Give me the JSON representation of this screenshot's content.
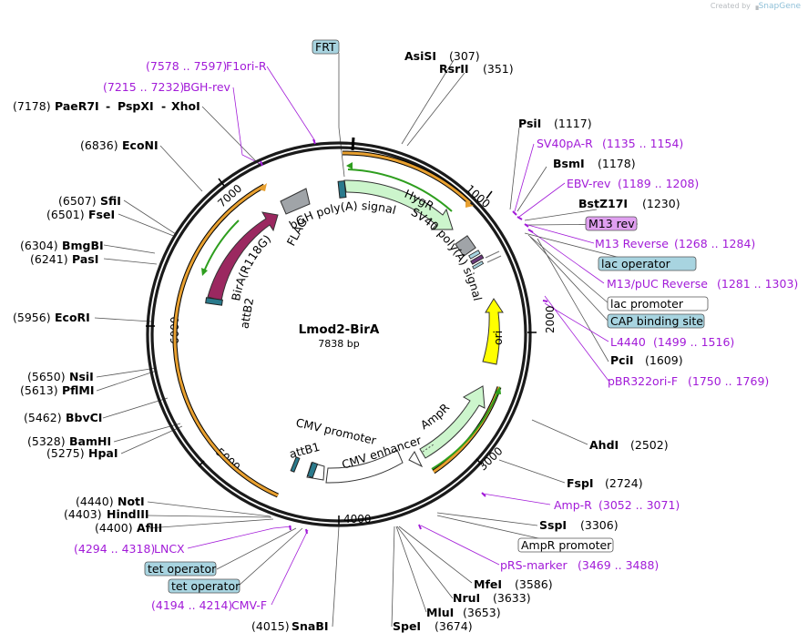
{
  "credit": {
    "prefix": "Created by",
    "brand": "SnapGene"
  },
  "plasmid": {
    "name": "Lmod2-BirA",
    "length": "7838 bp"
  },
  "ticks": [
    {
      "label": "1000"
    },
    {
      "label": "2000"
    },
    {
      "label": "3000"
    },
    {
      "label": "4000"
    },
    {
      "label": "5000"
    },
    {
      "label": "6000"
    },
    {
      "label": "7000"
    }
  ],
  "sites": [
    {
      "name": "AsiSI",
      "pos": "(307)"
    },
    {
      "name": "RsrII",
      "pos": "(351)"
    },
    {
      "name": "PsiI",
      "pos": "(1117)"
    },
    {
      "name": "BsmI",
      "pos": "(1178)"
    },
    {
      "name": "BstZ17I",
      "pos": "(1230)"
    },
    {
      "name": "PciI",
      "pos": "(1609)"
    },
    {
      "name": "AhdI",
      "pos": "(2502)"
    },
    {
      "name": "FspI",
      "pos": "(2724)"
    },
    {
      "name": "SspI",
      "pos": "(3306)"
    },
    {
      "name": "MfeI",
      "pos": "(3586)"
    },
    {
      "name": "NruI",
      "pos": "(3633)"
    },
    {
      "name": "MluI",
      "pos": "(3653)"
    },
    {
      "name": "SpeI",
      "pos": "(3674)"
    },
    {
      "name": "SnaBI",
      "pos": "(4015)"
    },
    {
      "name": "AflII",
      "pos": "(4400)"
    },
    {
      "name": "HindIII",
      "pos": "(4403)"
    },
    {
      "name": "NotI",
      "pos": "(4440)"
    },
    {
      "name": "HpaI",
      "pos": "(5275)"
    },
    {
      "name": "BamHI",
      "pos": "(5328)"
    },
    {
      "name": "BbvCI",
      "pos": "(5462)"
    },
    {
      "name": "PflMI",
      "pos": "(5613)"
    },
    {
      "name": "NsiI",
      "pos": "(5650)"
    },
    {
      "name": "EcoRI",
      "pos": "(5956)"
    },
    {
      "name": "PasI",
      "pos": "(6241)"
    },
    {
      "name": "BmgBI",
      "pos": "(6304)"
    },
    {
      "name": "FseI",
      "pos": "(6501)"
    },
    {
      "name": "SfiI",
      "pos": "(6507)"
    },
    {
      "name": "EcoNI",
      "pos": "(6836)"
    },
    {
      "name": "PaeR7I",
      "pos": "(7178)"
    },
    {
      "name": "PspXI",
      "pos": ""
    },
    {
      "name": "XhoI",
      "pos": ""
    }
  ],
  "primers": [
    {
      "name": "F1ori-R",
      "range": "(7578 .. 7597)"
    },
    {
      "name": "BGH-rev",
      "range": "(7215 .. 7232)"
    },
    {
      "name": "SV40pA-R",
      "range": "(1135 .. 1154)"
    },
    {
      "name": "EBV-rev",
      "range": "(1189 .. 1208)"
    },
    {
      "name": "M13 Reverse",
      "range": "(1268 .. 1284)"
    },
    {
      "name": "M13/pUC Reverse",
      "range": "(1281 .. 1303)"
    },
    {
      "name": "L4440",
      "range": "(1499 .. 1516)"
    },
    {
      "name": "pBR322ori-F",
      "range": "(1750 .. 1769)"
    },
    {
      "name": "Amp-R",
      "range": "(3052 .. 3071)"
    },
    {
      "name": "pRS-marker",
      "range": "(3469 .. 3488)"
    },
    {
      "name": "LNCX",
      "range": "(4294 .. 4318)"
    },
    {
      "name": "CMV-F",
      "range": "(4194 .. 4214)"
    }
  ],
  "boxes": [
    {
      "name": "FRT"
    },
    {
      "name": "M13 rev"
    },
    {
      "name": "lac operator"
    },
    {
      "name": "lac promoter"
    },
    {
      "name": "CAP binding site"
    },
    {
      "name": "AmpR promoter"
    },
    {
      "name": "tet operator"
    },
    {
      "name": "tet operator"
    }
  ],
  "features": [
    {
      "name": "HygR"
    },
    {
      "name": "SV40 poly(A) signal"
    },
    {
      "name": "bGH poly(A) signal"
    },
    {
      "name": "FLAG"
    },
    {
      "name": "BirA(R118G)"
    },
    {
      "name": "attB2"
    },
    {
      "name": "ori"
    },
    {
      "name": "AmpR"
    },
    {
      "name": "CMV enhancer"
    },
    {
      "name": "CMV promoter"
    },
    {
      "name": "attB1"
    }
  ],
  "colors": {
    "backbone": "#1a1a1a",
    "primer": "#a21bd8",
    "hygr": "#ccf5cc",
    "ampr": "#ccf5cc",
    "ori": "#ffff00",
    "birA": "#9b2860",
    "polyA": "#a0a4a8",
    "orange_arc": "#e8a030",
    "green_arc": "#2e9e1e",
    "box_blue": "#a8d4e0",
    "box_purple": "#e0a0f0"
  }
}
